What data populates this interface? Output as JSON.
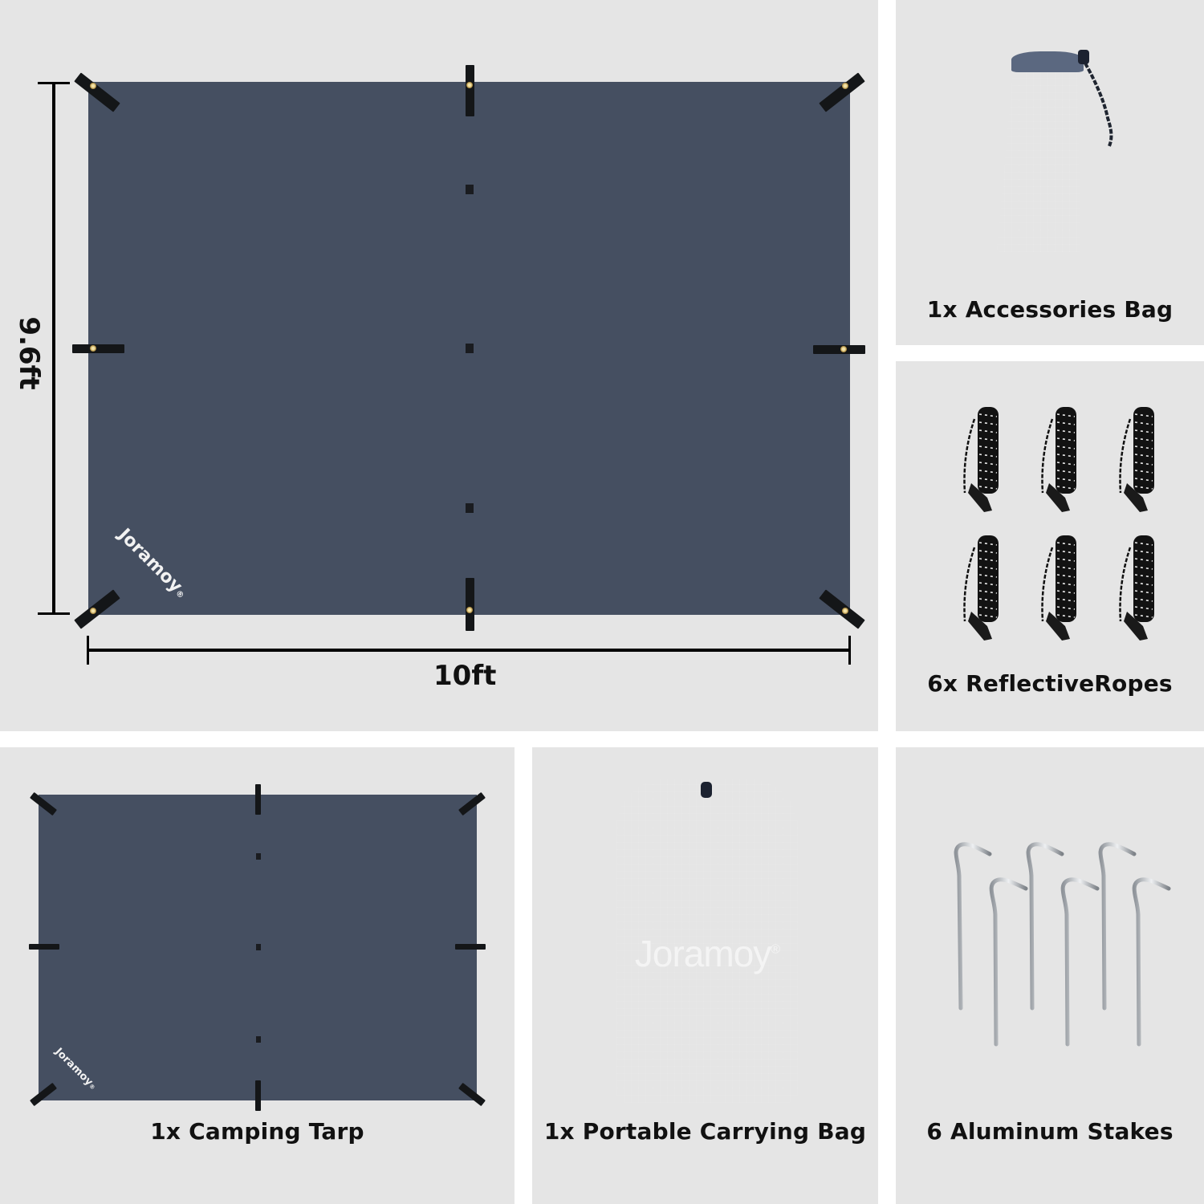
{
  "brand": {
    "name": "Joramoy",
    "trademark": "®"
  },
  "colors": {
    "panel_bg": "#e5e5e5",
    "gutter": "#ffffff",
    "tarp": "#454f61",
    "strap": "#141618",
    "bag": "#6f7c93",
    "label_text": "#111111"
  },
  "main_diagram": {
    "height_label": "9.6ft",
    "width_label": "10ft"
  },
  "panels": [
    {
      "id": "accessories-bag",
      "label": "1x Accessories Bag",
      "icon": "drawstring-bag-icon"
    },
    {
      "id": "reflective-ropes",
      "label": "6x ReflectiveRopes",
      "icon": "coiled-rope-icon",
      "count": 6
    },
    {
      "id": "camping-tarp",
      "label": "1x Camping Tarp",
      "icon": "tarp-icon"
    },
    {
      "id": "carrying-bag",
      "label": "1x Portable Carrying Bag",
      "icon": "stuff-sack-icon"
    },
    {
      "id": "aluminum-stakes",
      "label": "6 Aluminum Stakes",
      "icon": "tent-stake-icon",
      "count": 6
    }
  ]
}
